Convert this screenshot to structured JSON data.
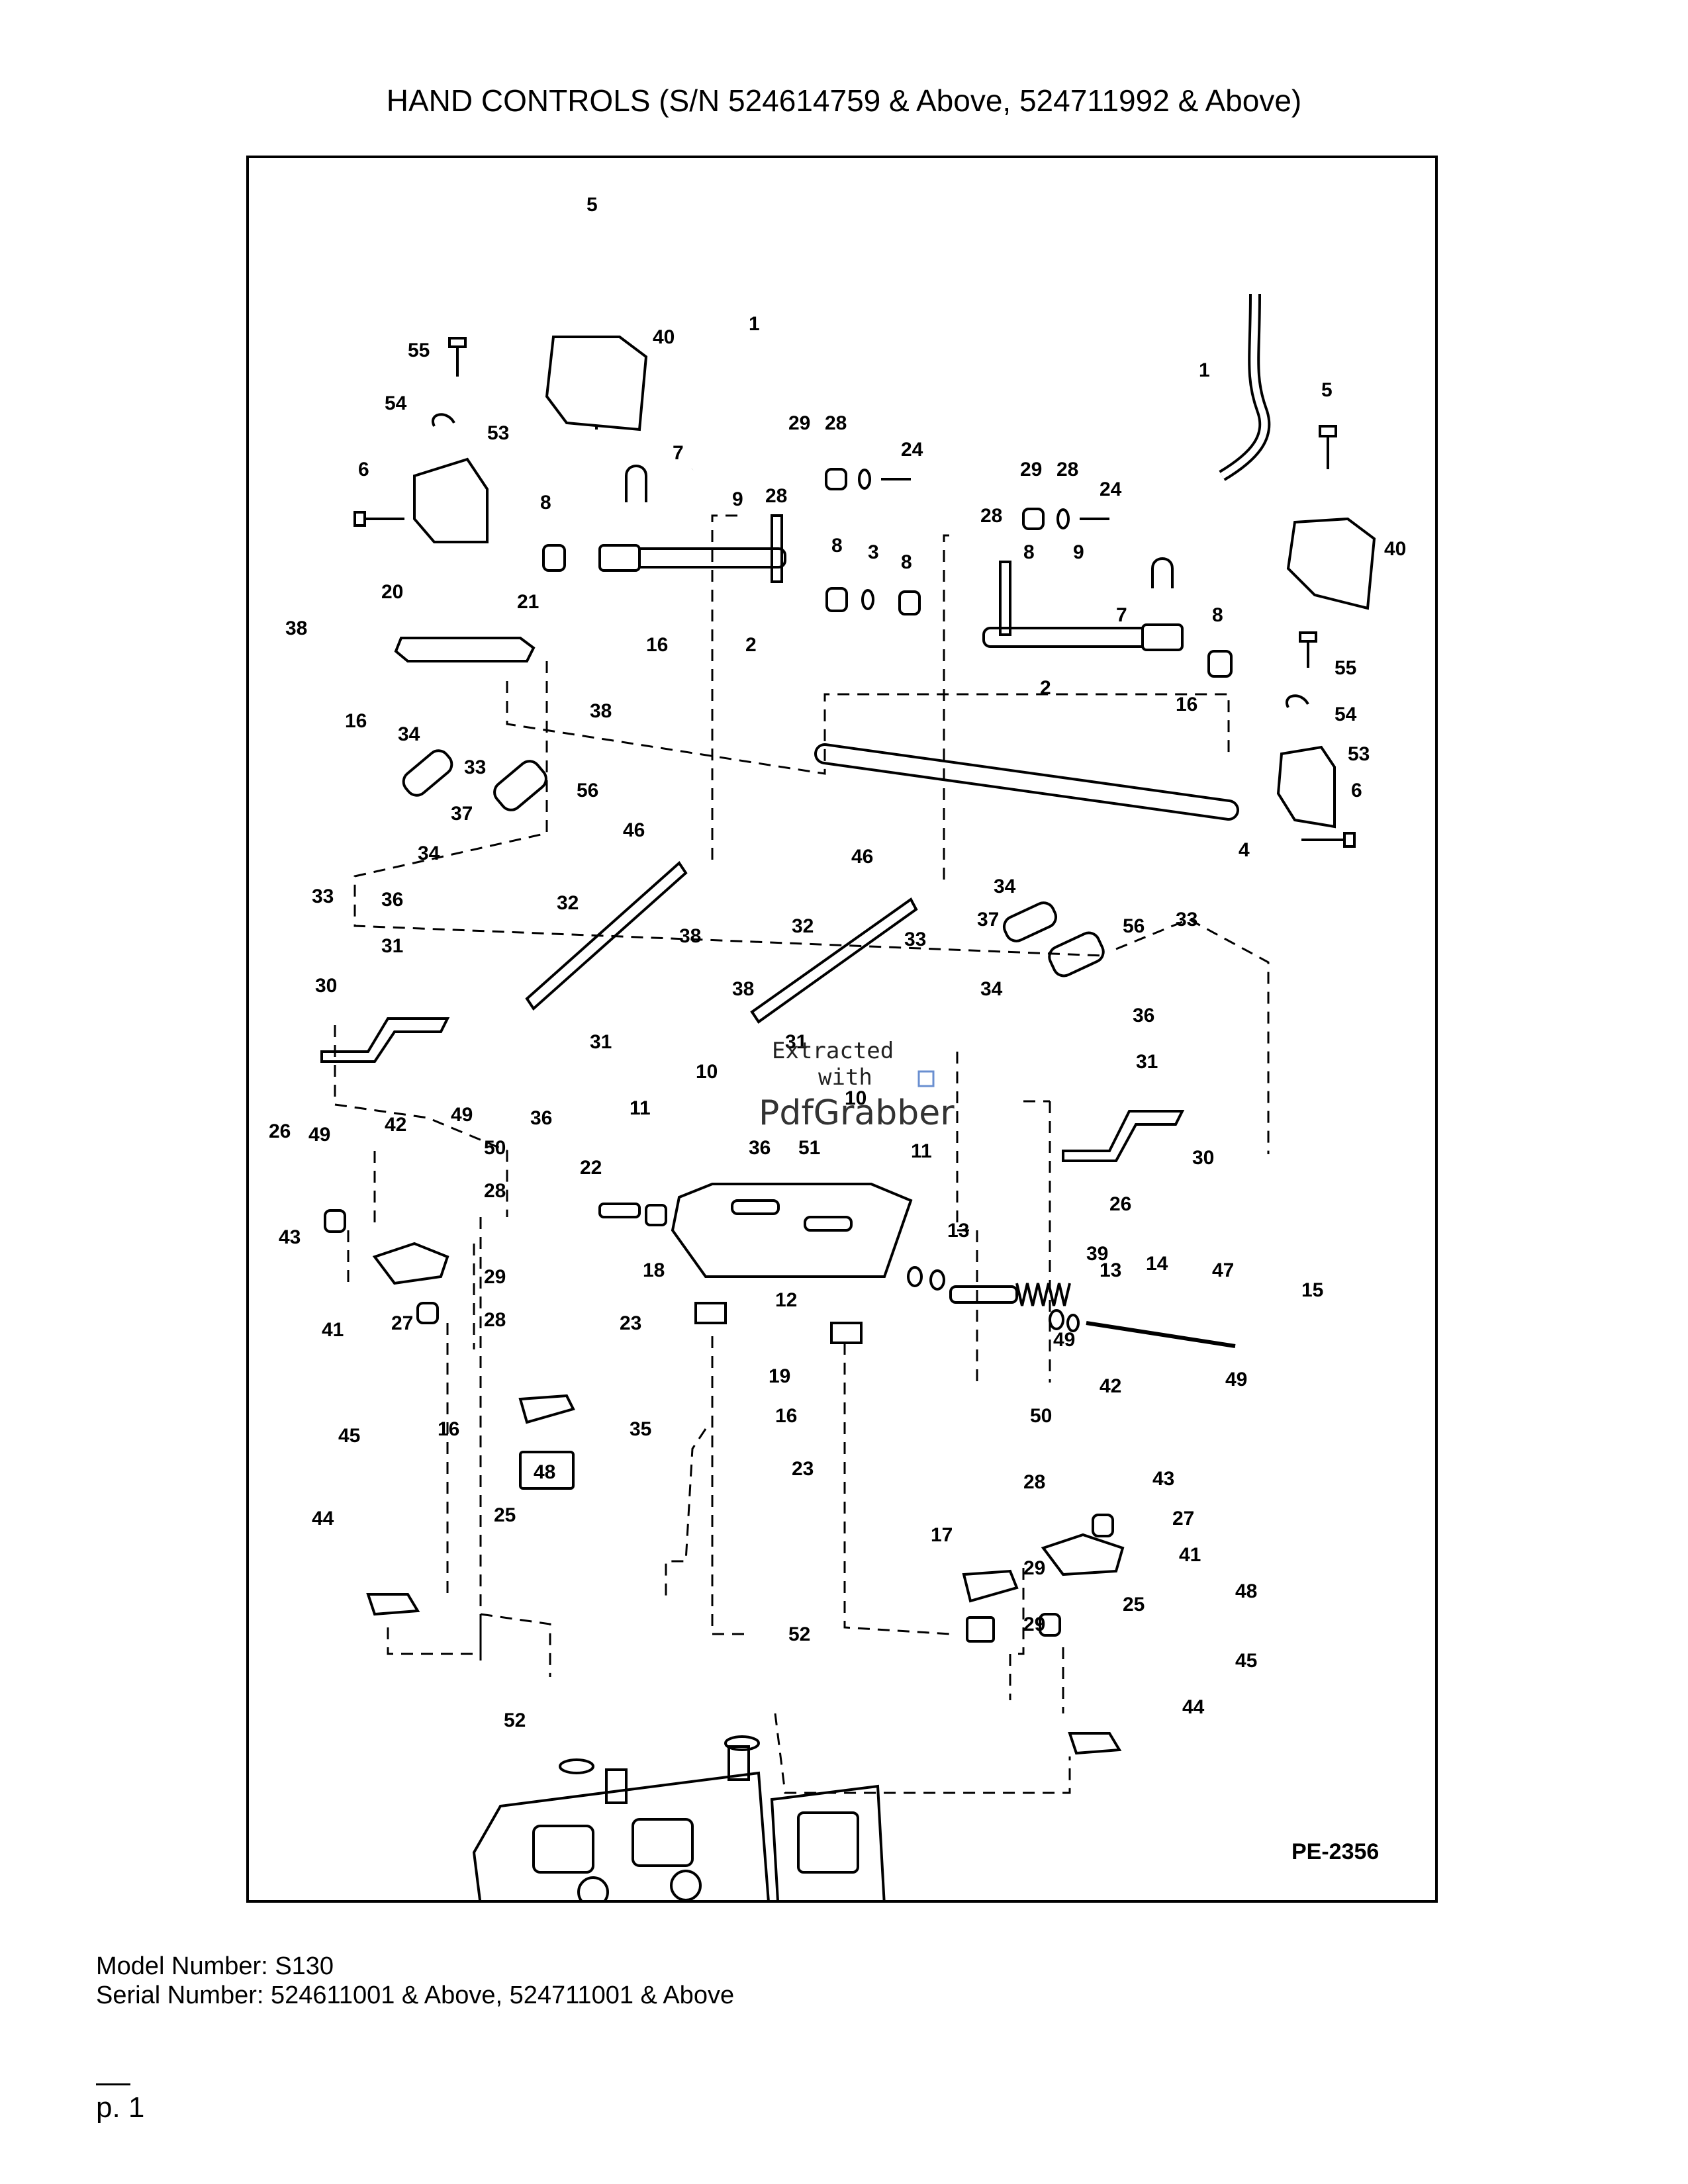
{
  "header": {
    "title": "HAND CONTROLS (S/N 524614759 & Above, 524711992 & Above)"
  },
  "diagram": {
    "figure_code": "PE-2356",
    "watermark": {
      "line1": "Extracted",
      "line2": "with",
      "brand": "PdfGrabber"
    },
    "callouts": {
      "c1": "1",
      "c2": "1",
      "c3": "2",
      "c4": "2",
      "c5": "3",
      "c6": "4",
      "c7": "5",
      "c8": "5",
      "c9": "6",
      "c10": "6",
      "c11": "7",
      "c12": "7",
      "c13": "8",
      "c14": "8",
      "c15": "8",
      "c16": "8",
      "c17": "8",
      "c18": "9",
      "c19": "9",
      "c20": "10",
      "c21": "10",
      "c22": "11",
      "c23": "11",
      "c24": "12",
      "c25": "13",
      "c26": "13",
      "c27": "14",
      "c28": "15",
      "c29": "16",
      "c30": "16",
      "c31": "16",
      "c32": "16",
      "c33": "16",
      "c34": "17",
      "c35": "18",
      "c36": "19",
      "c37": "20",
      "c38": "21",
      "c39": "22",
      "c40": "23",
      "c41": "23",
      "c42": "24",
      "c43": "24",
      "c44": "25",
      "c45": "25",
      "c46": "26",
      "c47": "26",
      "c48": "27",
      "c49": "27",
      "c50": "28",
      "c51": "28",
      "c52": "28",
      "c53": "28",
      "c54": "28",
      "c55": "28",
      "c56": "28",
      "c57": "29",
      "c58": "29",
      "c59": "29",
      "c60": "29",
      "c61": "30",
      "c62": "30",
      "c63": "31",
      "c64": "31",
      "c65": "31",
      "c66": "31",
      "c67": "32",
      "c68": "32",
      "c69": "33",
      "c70": "33",
      "c71": "33",
      "c72": "33",
      "c73": "34",
      "c74": "34",
      "c75": "34",
      "c76": "34",
      "c77": "35",
      "c78": "36",
      "c79": "36",
      "c80": "36",
      "c81": "36",
      "c82": "37",
      "c83": "37",
      "c84": "38",
      "c85": "38",
      "c86": "38",
      "c87": "38",
      "c88": "39",
      "c89": "40",
      "c90": "40",
      "c91": "41",
      "c92": "41",
      "c93": "42",
      "c94": "42",
      "c95": "43",
      "c96": "43",
      "c97": "44",
      "c98": "44",
      "c99": "45",
      "c100": "45",
      "c101": "46",
      "c102": "46",
      "c103": "47",
      "c104": "48",
      "c105": "48",
      "c106": "49",
      "c107": "49",
      "c108": "49",
      "c109": "49",
      "c110": "50",
      "c111": "50",
      "c112": "51",
      "c113": "52",
      "c114": "52",
      "c115": "53",
      "c116": "53",
      "c117": "54",
      "c118": "54",
      "c119": "55",
      "c120": "55",
      "c121": "56",
      "c122": "56"
    }
  },
  "footer": {
    "model": "Model Number: S130",
    "serial": "Serial Number: 524611001 & Above, 524711001 & Above",
    "page": "p. 1"
  }
}
